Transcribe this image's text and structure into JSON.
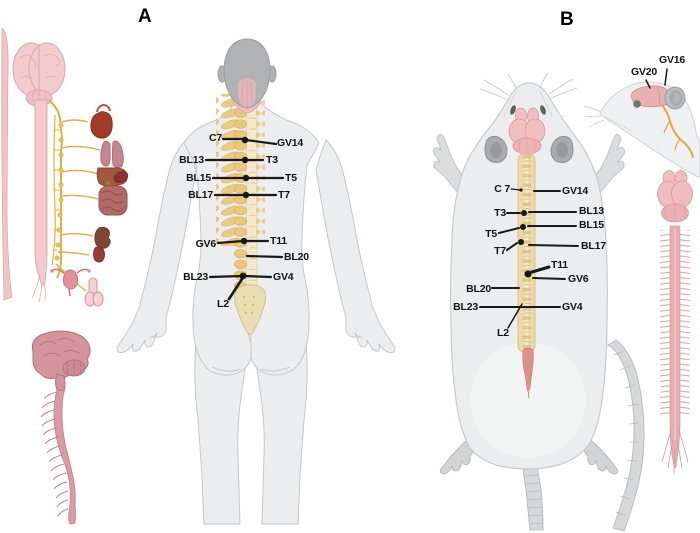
{
  "panel_a": {
    "label": "A",
    "points": {
      "c7": "C7",
      "gv14": "GV14",
      "bl13": "BL13",
      "t3": "T3",
      "bl15": "BL15",
      "t5": "T5",
      "bl17": "BL17",
      "t7": "T7",
      "gv6": "GV6",
      "t11": "T11",
      "bl20": "BL20",
      "bl23": "BL23",
      "gv4": "GV4",
      "l2": "L2"
    }
  },
  "panel_b": {
    "label": "B",
    "points": {
      "gv20": "GV20",
      "gv16": "GV16",
      "c7": "C 7",
      "gv14": "GV14",
      "t3": "T3",
      "bl13": "BL13",
      "t5": "T5",
      "bl15": "BL15",
      "t7": "T7",
      "bl17": "BL17",
      "t11": "T11",
      "gv6": "GV6",
      "bl20": "BL20",
      "bl23": "BL23",
      "gv4": "GV4",
      "l2": "L2"
    }
  },
  "colors": {
    "body_gray": "#ecedee",
    "head_gray": "#b1b2b4",
    "spine_tan": "#e9cb89",
    "brain_pink": "#f2c6c8",
    "cns_mauve": "#d597a0",
    "nerve_yellow": "#e6ae3e",
    "acupoint_line": "#1a1a1a"
  }
}
